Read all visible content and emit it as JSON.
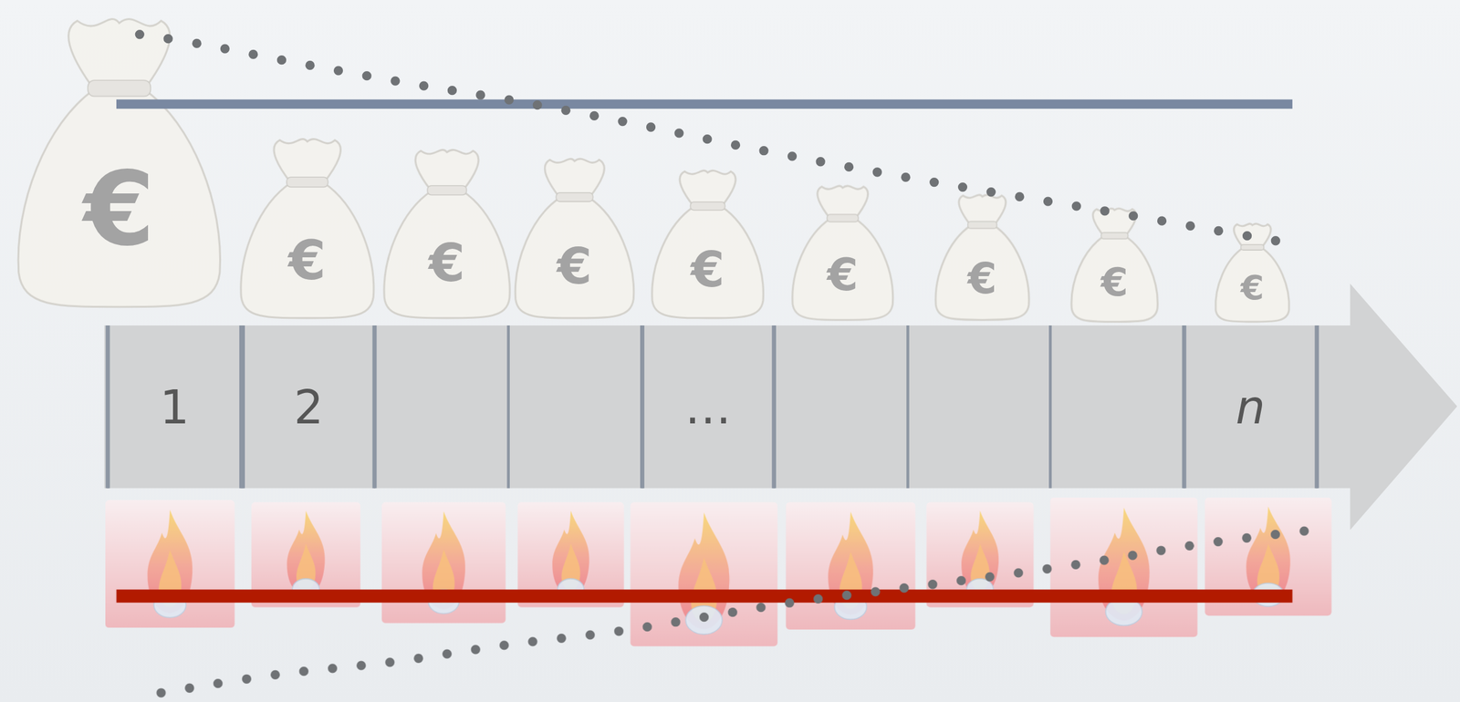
{
  "diagram": {
    "nodes": [
      {
        "text": [
          "1"
        ]
      },
      {
        "text": [
          "2"
        ]
      },
      {
        "text": [
          "…"
        ]
      },
      {
        "text": [
          "n"
        ]
      }
    ],
    "labels": [
      "€",
      "€",
      "€",
      "€",
      "€",
      "€",
      "€",
      "€",
      "€"
    ]
  }
}
